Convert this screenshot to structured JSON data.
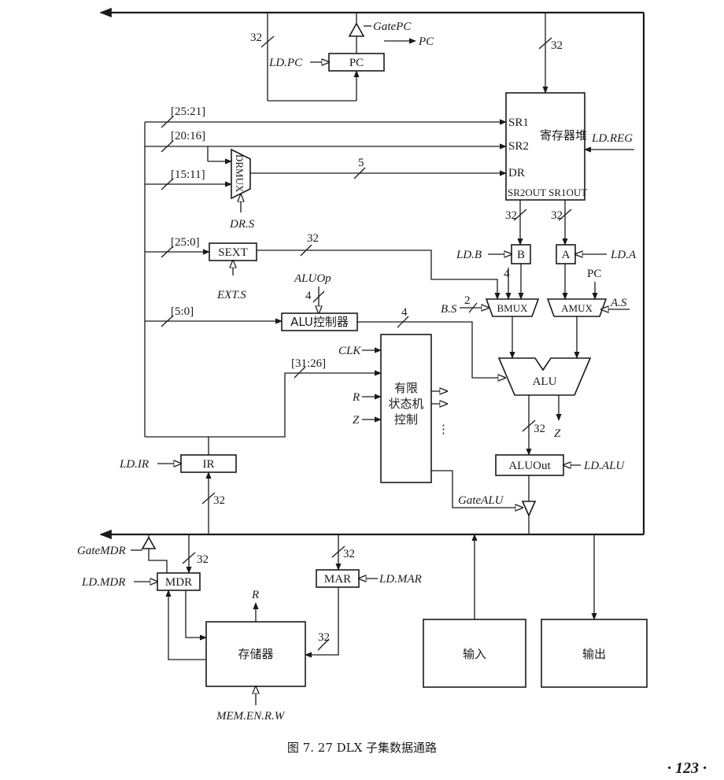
{
  "diagram": {
    "caption": "图 7. 27    DLX 子集数据通路",
    "page_number": "· 123 ·",
    "blocks": {
      "pc": "PC",
      "regfile_title": "寄存器堆",
      "sr1": "SR1",
      "sr2": "SR2",
      "dr": "DR",
      "regfile_outputs": "SR2OUT SR1OUT",
      "drmux": "DRMUX",
      "sext": "SEXT",
      "b_reg": "B",
      "a_reg": "A",
      "bmux": "BMUX",
      "amux": "AMUX",
      "alu_ctrl": "ALU控制器",
      "alu": "ALU",
      "fsm_line1": "有限",
      "fsm_line2": "状态机",
      "fsm_line3": "控制",
      "ir": "IR",
      "aluout": "ALUOut",
      "mdr": "MDR",
      "mar": "MAR",
      "memory": "存储器",
      "input": "输入",
      "output": "输出"
    },
    "signals": {
      "gate_pc": "GatePC",
      "pc_out": "PC",
      "ld_pc": "LD.PC",
      "ld_reg": "LD.REG",
      "dr_s": "DR.S",
      "ext_s": "EXT.S",
      "ld_b": "LD.B",
      "ld_a": "LD.A",
      "b_s": "B.S",
      "a_s": "A.S",
      "amux_pc": "PC",
      "aluop": "ALUOp",
      "clk": "CLK",
      "r": "R",
      "z": "Z",
      "z_alu": "Z",
      "ld_ir": "LD.IR",
      "ld_alu": "LD.ALU",
      "gate_alu": "GateALU",
      "gate_mdr": "GateMDR",
      "ld_mdr": "LD.MDR",
      "ld_mar": "LD.MAR",
      "mem_r": "R",
      "mem_en": "MEM.EN.R.W"
    },
    "field_labels": {
      "f25_21": "[25:21]",
      "f20_16": "[20:16]",
      "f15_11": "[15:11]",
      "f25_0": "[25:0]",
      "f5_0": "[5:0]",
      "f31_26": "[31:26]"
    },
    "widths": {
      "pc_in": "32",
      "regfile_in": "32",
      "dr_bus": "5",
      "sext_out": "32",
      "sr2out": "32",
      "sr1out": "32",
      "bmux_in": "4",
      "bmux_sel": "2",
      "aluop": "4",
      "alu_ctrl_out": "4",
      "alu_out": "32",
      "ir_in": "32",
      "mdr_in": "32",
      "mar_in": "32",
      "mem_addr": "32"
    },
    "dots": "⋮"
  }
}
